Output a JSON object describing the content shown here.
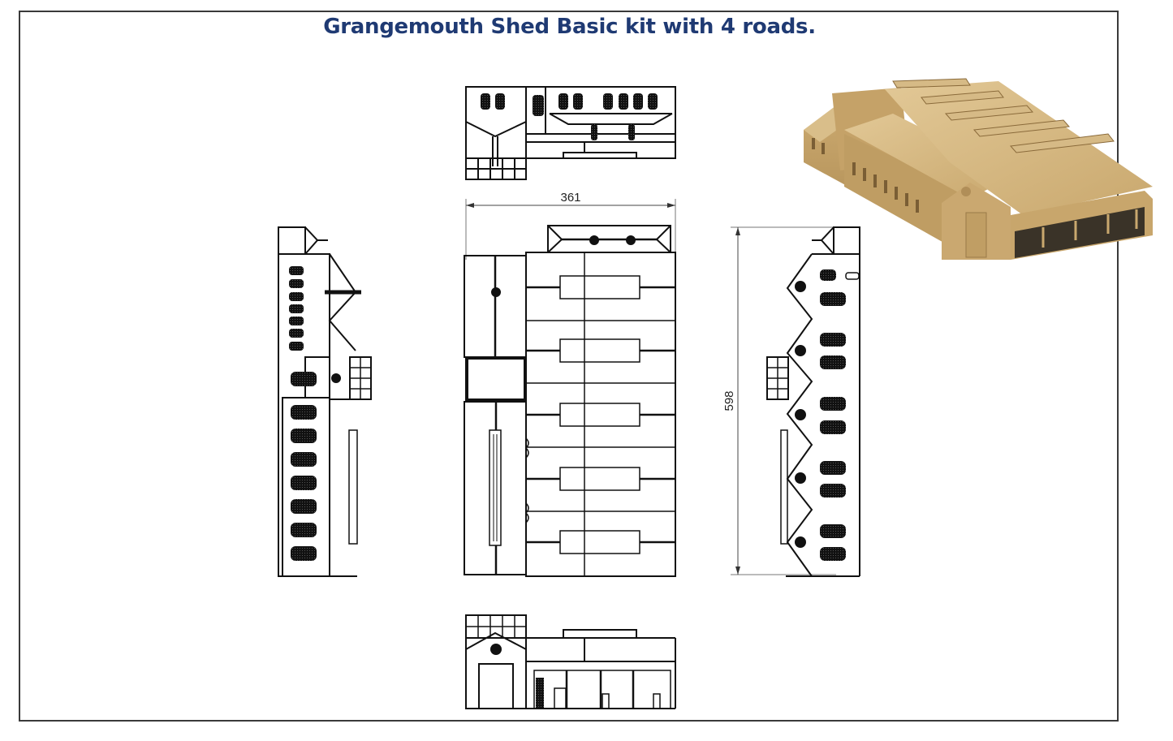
{
  "title": "Grangemouth Shed Basic kit with 4 roads.",
  "dimensions": {
    "width_label": "361",
    "length_label": "598"
  },
  "views": {
    "top_elevation": "end-elevation-top",
    "plan": "roof-plan",
    "left_side": "side-elevation-left",
    "right_side": "side-elevation-right",
    "bottom_elevation": "front-elevation-bottom",
    "render": "3d-render"
  },
  "colors": {
    "title": "#1f3a73",
    "line": "#111111",
    "frame": "#3a3a3a",
    "wood_light": "#dcc08c",
    "wood_mid": "#c9a86e",
    "wood_dark": "#a8864e"
  }
}
